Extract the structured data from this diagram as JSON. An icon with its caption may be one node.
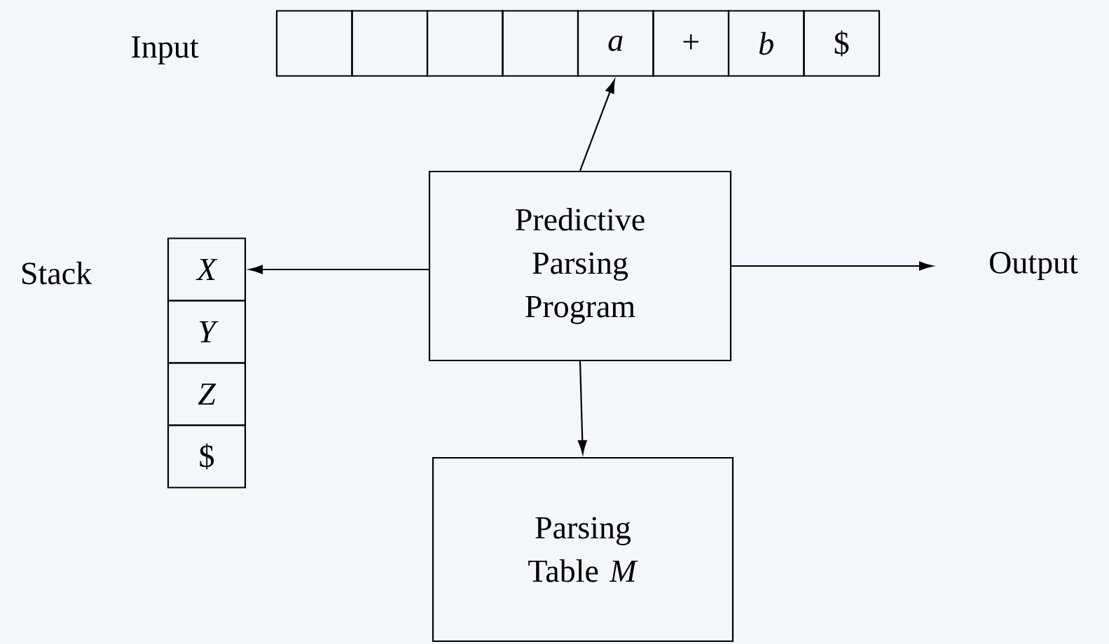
{
  "diagram": {
    "nodes": [
      {
        "text": [],
        "shape": "box"
      },
      {
        "text": [],
        "shape": "box"
      },
      {
        "text": [],
        "shape": "box"
      },
      {
        "text": [],
        "shape": "box"
      },
      {
        "text": [
          "a"
        ]
      },
      {
        "text": [
          "+"
        ]
      },
      {
        "text": [
          "b"
        ]
      },
      {
        "text": [
          "$"
        ]
      },
      {
        "text": [
          "Predictive Parsing Program"
        ]
      },
      {
        "text": [
          "X"
        ]
      },
      {
        "text": [
          "Y"
        ]
      },
      {
        "text": [
          "Z"
        ]
      },
      {
        "text": [
          "$"
        ]
      },
      {
        "text": [
          "Output"
        ]
      },
      {
        "text": [
          "Parsing Table *M*"
        ]
      }
    ],
    "edges": [
      {
        "from": 8,
        "to": 4,
        "arrow": "to"
      },
      {
        "from": 8,
        "to": 9,
        "arrow": "to"
      },
      {
        "from": 8,
        "to": 13,
        "arrow": "to"
      },
      {
        "from": 8,
        "to": 14,
        "arrow": "to"
      }
    ],
    "labels": [
      "Input",
      "Stack"
    ]
  }
}
